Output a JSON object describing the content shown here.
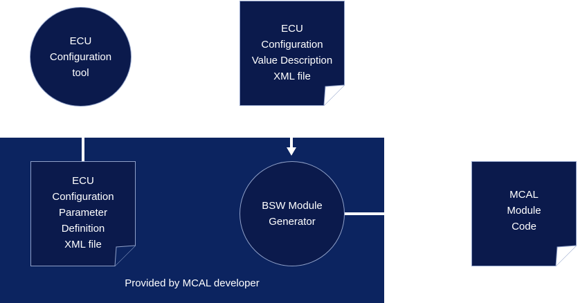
{
  "nodes": {
    "ecu_config_tool": [
      "ECU",
      "Configuration",
      "tool"
    ],
    "ecu_config_value_desc": [
      "ECU",
      "Configuration",
      "Value Description",
      "XML file"
    ],
    "ecu_config_param_def": [
      "ECU",
      "Configuration",
      "Parameter",
      "Definition",
      "XML file"
    ],
    "bsw_module_generator": [
      "BSW Module",
      "Generator"
    ],
    "mcal_module_code": [
      "MCAL",
      "Module",
      "Code"
    ]
  },
  "region": {
    "label": "Provided by MCAL developer"
  },
  "colors": {
    "region_fill": "#0c2460",
    "node_fill": "#0b1a4c",
    "node_outline": "#8fa0c8",
    "text": "#ffffff"
  }
}
